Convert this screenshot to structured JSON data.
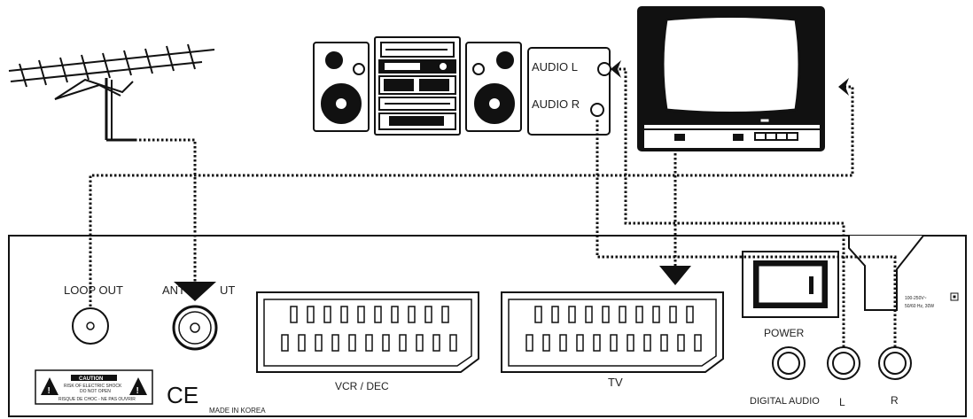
{
  "colors": {
    "ink": "#111111",
    "panel_fill": "#ffffff",
    "screen_fill": "#ffffff"
  },
  "speaker_box": {
    "audio_l": "AUDIO L",
    "audio_r": "AUDIO R"
  },
  "rear_panel": {
    "loop_out": "LOOP OUT",
    "ant_in_prefix": "ANT",
    "ant_in_suffix": "UT",
    "vcr_dec": "VCR / DEC",
    "tv": "TV",
    "power": "POWER",
    "digital_audio": "DIGITAL AUDIO",
    "left": "L",
    "right": "R",
    "ce_mark": "CE",
    "made_in": "MADE IN KOREA",
    "power_rating_1": "100-250V~",
    "power_rating_2": "50/60 Hz, 30W"
  },
  "caution_label": {
    "title": "CAUTION",
    "line1": "RISK OF ELECTRIC SHOCK",
    "line2": "DO NOT OPEN",
    "line3": "RISQUE DE CHOC - NE PAS OUVRIR"
  },
  "icons": [
    "antenna-icon",
    "stereo-system-icon",
    "tv-set-icon",
    "scart-connector-icon",
    "rca-jack-icon",
    "power-switch-icon",
    "warning-triangle-icon"
  ]
}
